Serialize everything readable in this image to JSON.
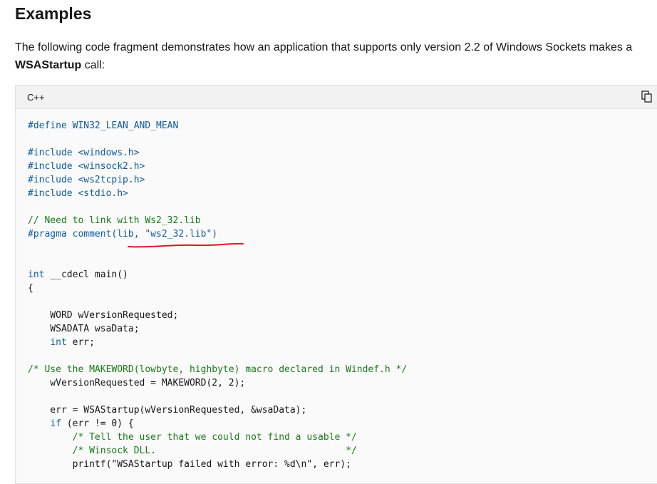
{
  "heading": "Examples",
  "intro": {
    "text_before": "The following code fragment demonstrates how an application that supports only version 2.2 of Windows Sockets makes a ",
    "bold": "WSAStartup",
    "text_after": " call:"
  },
  "code_block": {
    "language": "C++",
    "copy_icon": "copy-icon",
    "lines": [
      "#define WIN32_LEAN_AND_MEAN",
      "",
      "#include <windows.h>",
      "#include <winsock2.h>",
      "#include <ws2tcpip.h>",
      "#include <stdio.h>",
      "",
      "// Need to link with Ws2_32.lib",
      "#pragma comment(lib, \"ws2_32.lib\")",
      "",
      "",
      "int __cdecl main()",
      "{",
      "",
      "    WORD wVersionRequested;",
      "    WSADATA wsaData;",
      "    int err;",
      "",
      "/* Use the MAKEWORD(lowbyte, highbyte) macro declared in Windef.h */",
      "    wVersionRequested = MAKEWORD(2, 2);",
      "",
      "    err = WSAStartup(wVersionRequested, &wsaData);",
      "    if (err != 0) {",
      "        /* Tell the user that we could not find a usable */",
      "        /* Winsock DLL.                                  */",
      "        printf(\"WSAStartup failed with error: %d\\n\", err);"
    ]
  },
  "annotation": {
    "color": "#e81123"
  },
  "colors": {
    "preprocessor": "#0f5a9f",
    "comment": "#1a7a1a",
    "keyword": "#0f5a9f"
  }
}
